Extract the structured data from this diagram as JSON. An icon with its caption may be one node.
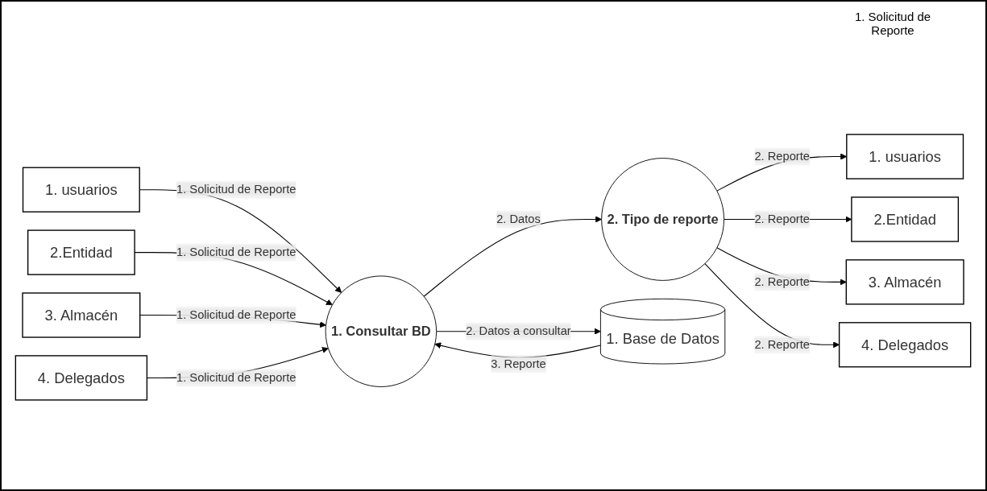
{
  "diagram": {
    "nodes": [
      {
        "text": [
          "1. usuarios"
        ]
      },
      {
        "text": [
          "2.Entidad"
        ]
      },
      {
        "text": [
          "3. Almacén"
        ]
      },
      {
        "text": [
          "4. Delegados"
        ]
      },
      {
        "text": [
          "1. Consultar BD"
        ]
      },
      {
        "text": [
          "2. Tipo de reporte"
        ]
      },
      {
        "text": [
          "1. Base de Datos"
        ]
      },
      {
        "text": [
          "1. usuarios"
        ]
      },
      {
        "text": [
          "2.Entidad"
        ]
      },
      {
        "text": [
          "3. Almacén"
        ]
      },
      {
        "text": [
          "4. Delegados"
        ]
      }
    ],
    "edges": [
      {
        "from": 0,
        "to": 4,
        "arrow": "to",
        "label": "1. Solicitud de Reporte"
      },
      {
        "from": 1,
        "to": 4,
        "arrow": "to",
        "label": "1. Solicitud de Reporte"
      },
      {
        "from": 2,
        "to": 4,
        "arrow": "to",
        "label": "1. Solicitud de Reporte"
      },
      {
        "from": 3,
        "to": 4,
        "arrow": "to",
        "label": "1. Solicitud de Reporte"
      },
      {
        "from": 4,
        "to": 5,
        "arrow": "to",
        "label": "2. Datos"
      },
      {
        "from": 4,
        "to": 6,
        "arrow": "to",
        "label": "2. Datos a consultar"
      },
      {
        "from": 6,
        "to": 4,
        "arrow": "to",
        "label": "3. Reporte"
      },
      {
        "from": 5,
        "to": 7,
        "arrow": "to",
        "label": "2. Reporte"
      },
      {
        "from": 5,
        "to": 8,
        "arrow": "to",
        "label": "2. Reporte"
      },
      {
        "from": 5,
        "to": 9,
        "arrow": "to",
        "label": "2. Reporte"
      },
      {
        "from": 5,
        "to": 10,
        "arrow": "to",
        "label": "2. Reporte"
      }
    ],
    "labels": [
      "1. Solicitud de Reporte"
    ]
  }
}
